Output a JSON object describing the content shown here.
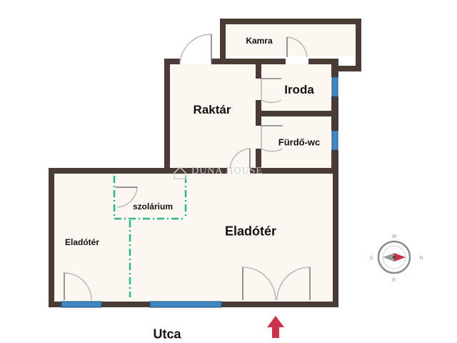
{
  "rooms": {
    "kamra": "Kamra",
    "raktar": "Raktár",
    "iroda": "Iroda",
    "furdo": "Fürdő-wc",
    "szolarium": "szolárium",
    "eladoter_main": "Eladótér",
    "eladoter_small": "Eladótér"
  },
  "street": "Utca",
  "watermark": "DUNA HOUSE",
  "compass": {
    "n": "N",
    "e": "E",
    "s": "S",
    "w": "W"
  },
  "colors": {
    "wall": "#4a3b36",
    "floor": "#fdf7f2",
    "window": "#3f88c5",
    "partition": "#2bb58e",
    "door": "#b8b8b8",
    "arrow": "#c83349"
  }
}
